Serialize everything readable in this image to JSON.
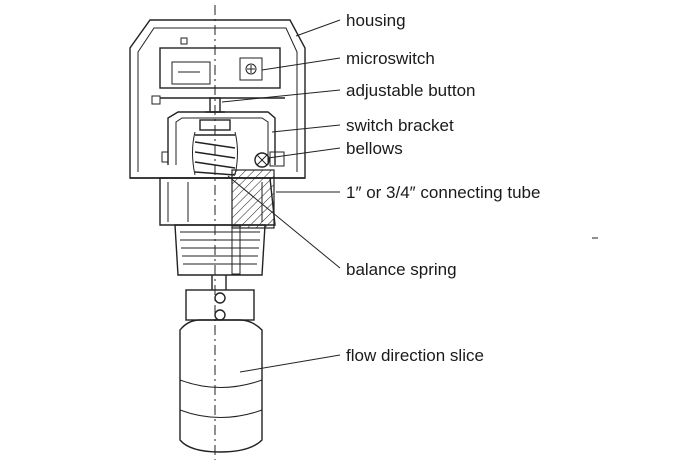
{
  "labels": {
    "housing": "housing",
    "microswitch": "microswitch",
    "adjustable_button": "adjustable button",
    "switch_bracket": "switch bracket",
    "bellows": "bellows",
    "connecting_tube": "1″ or 3/4″ connecting tube",
    "balance_spring": "balance spring",
    "flow_direction_slice": "flow direction slice"
  },
  "colors": {
    "line": "#222222",
    "background": "#ffffff"
  }
}
